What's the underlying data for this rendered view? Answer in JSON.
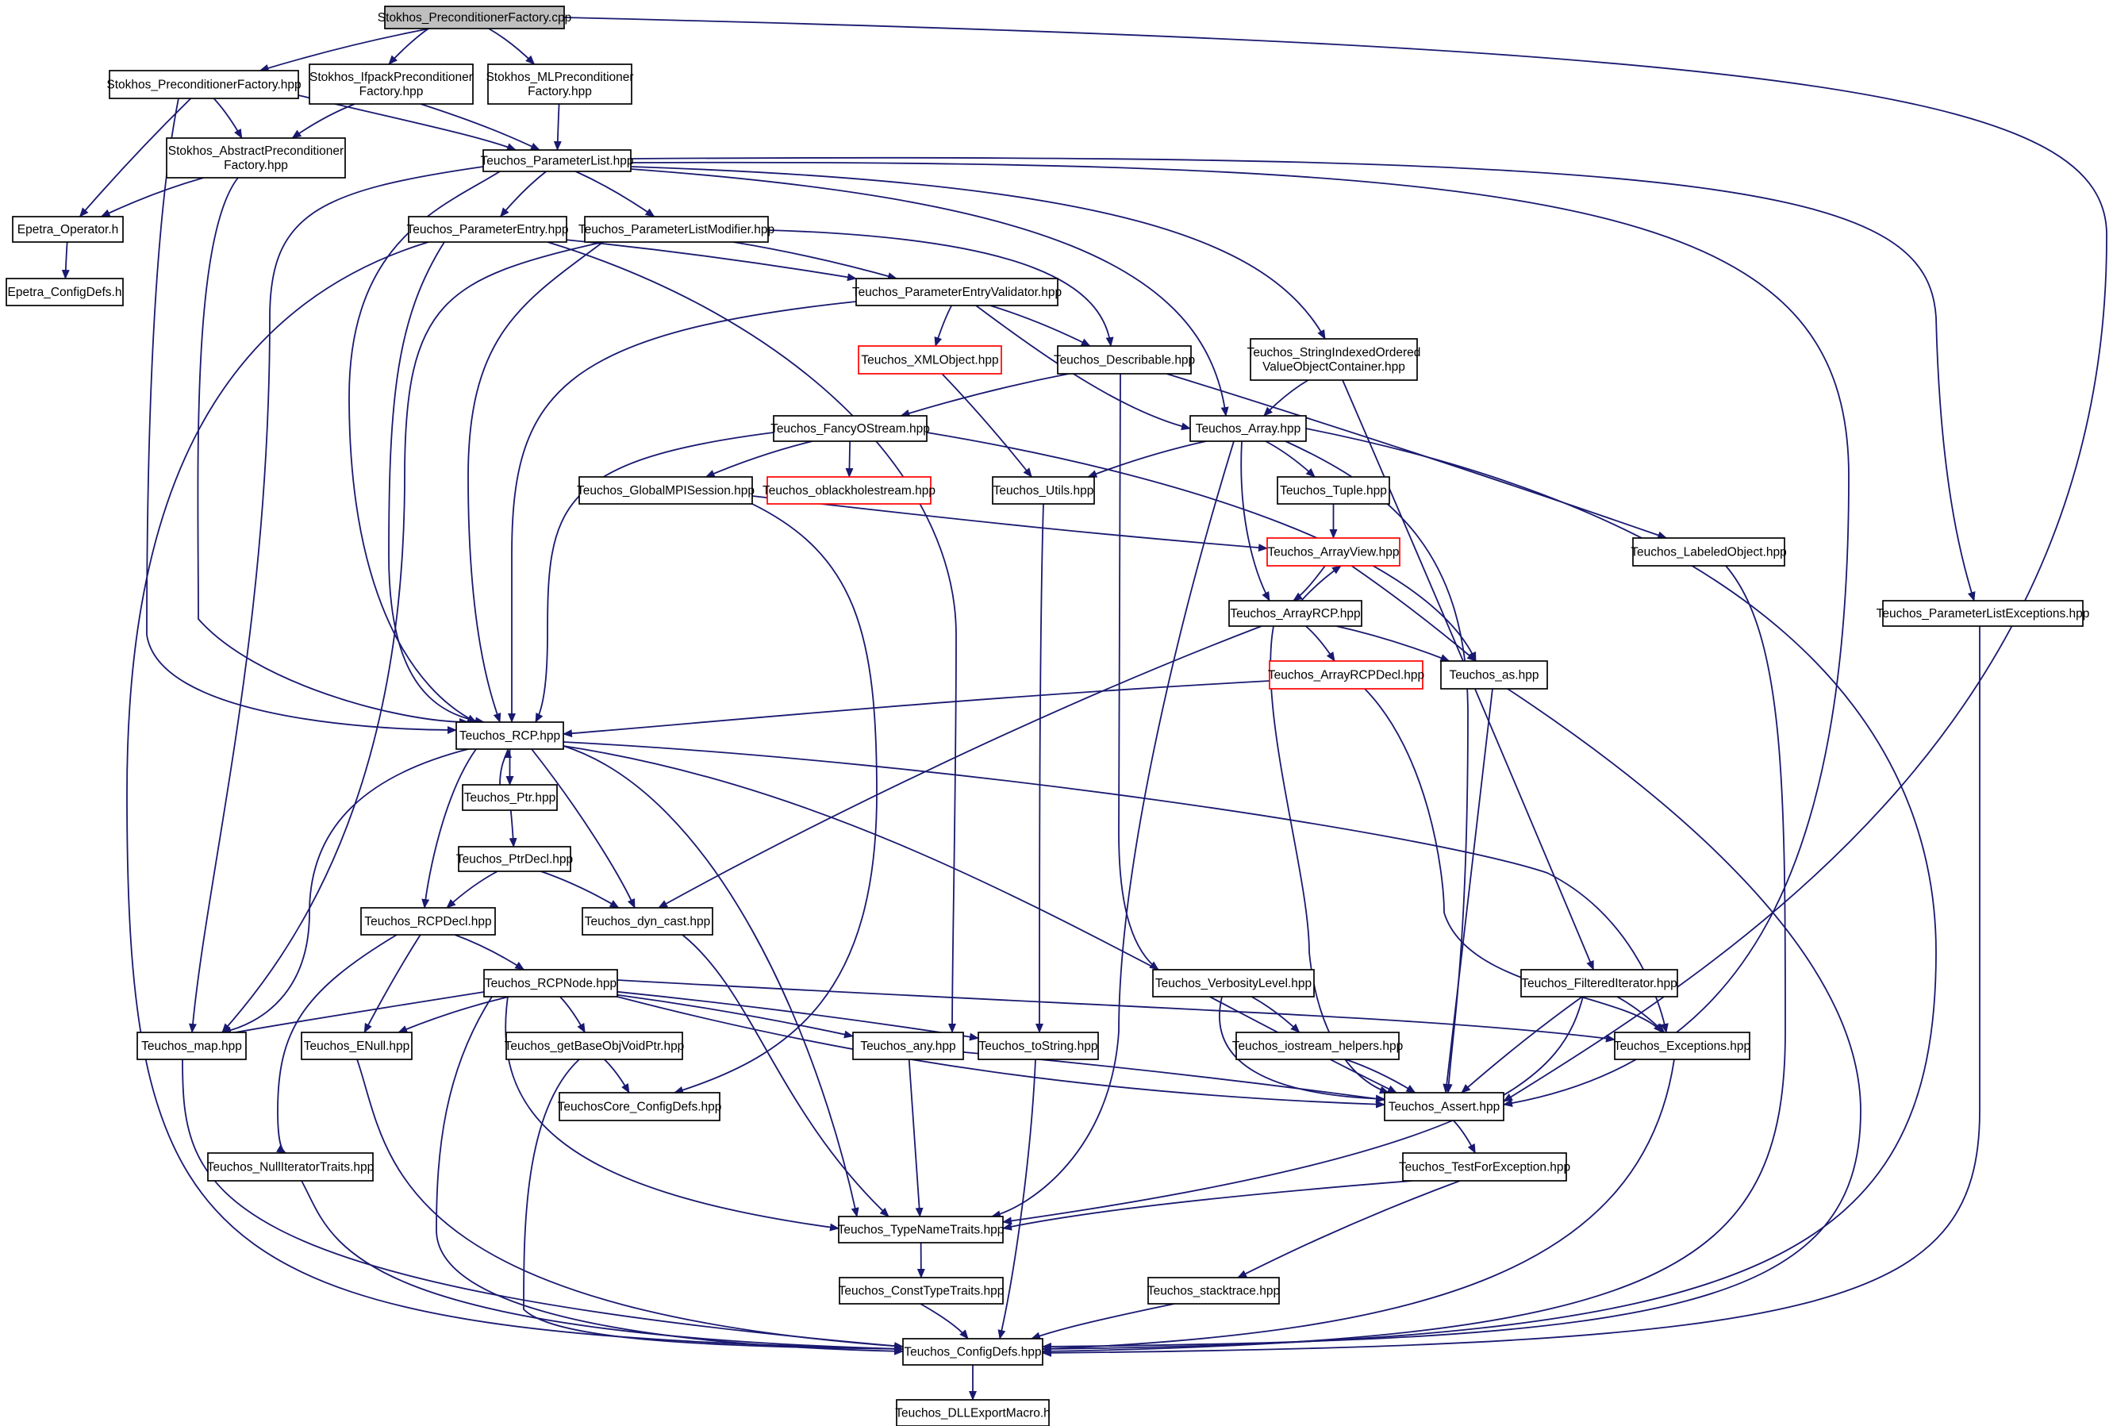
{
  "diagram": {
    "colors": {
      "edge": "#191970",
      "node_border": "#000000",
      "node_border_incomplete": "#ff0000",
      "root_fill": "#bfbfbf",
      "node_fill": "#ffffff"
    },
    "nodes": [
      {
        "id": "cpp",
        "lines": [
          "Stokhos_PreconditionerFactory.cpp"
        ],
        "root": true
      },
      {
        "id": "spf",
        "lines": [
          "Stokhos_PreconditionerFactory.hpp"
        ]
      },
      {
        "id": "sif",
        "lines": [
          "Stokhos_IfpackPreconditioner",
          "Factory.hpp"
        ]
      },
      {
        "id": "smf",
        "lines": [
          "Stokhos_MLPreconditioner",
          "Factory.hpp"
        ]
      },
      {
        "id": "sapf",
        "lines": [
          "Stokhos_AbstractPreconditioner",
          "Factory.hpp"
        ]
      },
      {
        "id": "tpl",
        "lines": [
          "Teuchos_ParameterList.hpp"
        ]
      },
      {
        "id": "eop",
        "lines": [
          "Epetra_Operator.h"
        ]
      },
      {
        "id": "ecd",
        "lines": [
          "Epetra_ConfigDefs.h"
        ]
      },
      {
        "id": "tpe",
        "lines": [
          "Teuchos_ParameterEntry.hpp"
        ]
      },
      {
        "id": "tplm",
        "lines": [
          "Teuchos_ParameterListModifier.hpp"
        ]
      },
      {
        "id": "tpev",
        "lines": [
          "Teuchos_ParameterEntryValidator.hpp"
        ]
      },
      {
        "id": "txml",
        "lines": [
          "Teuchos_XMLObject.hpp"
        ],
        "incomplete": true
      },
      {
        "id": "tdesc",
        "lines": [
          "Teuchos_Describable.hpp"
        ]
      },
      {
        "id": "tsio",
        "lines": [
          "Teuchos_StringIndexedOrdered",
          "ValueObjectContainer.hpp"
        ]
      },
      {
        "id": "tfos",
        "lines": [
          "Teuchos_FancyOStream.hpp"
        ]
      },
      {
        "id": "tarr",
        "lines": [
          "Teuchos_Array.hpp"
        ]
      },
      {
        "id": "tgmpi",
        "lines": [
          "Teuchos_GlobalMPISession.hpp"
        ]
      },
      {
        "id": "tobh",
        "lines": [
          "Teuchos_oblackholestream.hpp"
        ],
        "incomplete": true
      },
      {
        "id": "tutil",
        "lines": [
          "Teuchos_Utils.hpp"
        ]
      },
      {
        "id": "ttup",
        "lines": [
          "Teuchos_Tuple.hpp"
        ]
      },
      {
        "id": "tav",
        "lines": [
          "Teuchos_ArrayView.hpp"
        ],
        "incomplete": true
      },
      {
        "id": "tlo",
        "lines": [
          "Teuchos_LabeledObject.hpp"
        ]
      },
      {
        "id": "tarcp",
        "lines": [
          "Teuchos_ArrayRCP.hpp"
        ]
      },
      {
        "id": "tple",
        "lines": [
          "Teuchos_ParameterListExceptions.hpp"
        ]
      },
      {
        "id": "tarcpd",
        "lines": [
          "Teuchos_ArrayRCPDecl.hpp"
        ],
        "incomplete": true
      },
      {
        "id": "tas",
        "lines": [
          "Teuchos_as.hpp"
        ]
      },
      {
        "id": "trcp",
        "lines": [
          "Teuchos_RCP.hpp"
        ]
      },
      {
        "id": "tptr",
        "lines": [
          "Teuchos_Ptr.hpp"
        ]
      },
      {
        "id": "tptrd",
        "lines": [
          "Teuchos_PtrDecl.hpp"
        ]
      },
      {
        "id": "trcpd",
        "lines": [
          "Teuchos_RCPDecl.hpp"
        ]
      },
      {
        "id": "tdyn",
        "lines": [
          "Teuchos_dyn_cast.hpp"
        ]
      },
      {
        "id": "trcpn",
        "lines": [
          "Teuchos_RCPNode.hpp"
        ]
      },
      {
        "id": "tvl",
        "lines": [
          "Teuchos_VerbosityLevel.hpp"
        ]
      },
      {
        "id": "tfi",
        "lines": [
          "Teuchos_FilteredIterator.hpp"
        ]
      },
      {
        "id": "tmap",
        "lines": [
          "Teuchos_map.hpp"
        ]
      },
      {
        "id": "tenull",
        "lines": [
          "Teuchos_ENull.hpp"
        ]
      },
      {
        "id": "tgbo",
        "lines": [
          "Teuchos_getBaseObjVoidPtr.hpp"
        ]
      },
      {
        "id": "tany",
        "lines": [
          "Teuchos_any.hpp"
        ]
      },
      {
        "id": "tts",
        "lines": [
          "Teuchos_toString.hpp"
        ]
      },
      {
        "id": "tioh",
        "lines": [
          "Teuchos_iostream_helpers.hpp"
        ]
      },
      {
        "id": "texc",
        "lines": [
          "Teuchos_Exceptions.hpp"
        ]
      },
      {
        "id": "tccd",
        "lines": [
          "TeuchosCore_ConfigDefs.hpp"
        ]
      },
      {
        "id": "tassert",
        "lines": [
          "Teuchos_Assert.hpp"
        ]
      },
      {
        "id": "tnit",
        "lines": [
          "Teuchos_NullIteratorTraits.hpp"
        ]
      },
      {
        "id": "ttfe",
        "lines": [
          "Teuchos_TestForException.hpp"
        ]
      },
      {
        "id": "ttnt",
        "lines": [
          "Teuchos_TypeNameTraits.hpp"
        ]
      },
      {
        "id": "tctt",
        "lines": [
          "Teuchos_ConstTypeTraits.hpp"
        ]
      },
      {
        "id": "tst",
        "lines": [
          "Teuchos_stacktrace.hpp"
        ]
      },
      {
        "id": "tcd",
        "lines": [
          "Teuchos_ConfigDefs.hpp"
        ]
      },
      {
        "id": "tdll",
        "lines": [
          "Teuchos_DLLExportMacro.h"
        ]
      }
    ],
    "edges": [
      {
        "from": "cpp",
        "to": "spf"
      },
      {
        "from": "cpp",
        "to": "sif"
      },
      {
        "from": "cpp",
        "to": "smf"
      },
      {
        "from": "cpp",
        "to": "tassert"
      },
      {
        "from": "spf",
        "to": "sapf"
      },
      {
        "from": "spf",
        "to": "tpl"
      },
      {
        "from": "spf",
        "to": "eop"
      },
      {
        "from": "spf",
        "to": "trcp"
      },
      {
        "from": "sif",
        "to": "sapf"
      },
      {
        "from": "sif",
        "to": "tpl"
      },
      {
        "from": "smf",
        "to": "tpl"
      },
      {
        "from": "sapf",
        "to": "eop"
      },
      {
        "from": "sapf",
        "to": "trcp"
      },
      {
        "from": "eop",
        "to": "ecd"
      },
      {
        "from": "tpl",
        "to": "tpe"
      },
      {
        "from": "tpl",
        "to": "tplm"
      },
      {
        "from": "tpl",
        "to": "tsio"
      },
      {
        "from": "tpl",
        "to": "tarr"
      },
      {
        "from": "tpl",
        "to": "tple"
      },
      {
        "from": "tpl",
        "to": "tassert"
      },
      {
        "from": "tpl",
        "to": "trcp"
      },
      {
        "from": "tpl",
        "to": "tmap"
      },
      {
        "from": "tpe",
        "to": "tpev"
      },
      {
        "from": "tpe",
        "to": "tany"
      },
      {
        "from": "tpe",
        "to": "trcp"
      },
      {
        "from": "tpe",
        "to": "tcd"
      },
      {
        "from": "tplm",
        "to": "tpev"
      },
      {
        "from": "tplm",
        "to": "tdesc"
      },
      {
        "from": "tplm",
        "to": "trcp"
      },
      {
        "from": "tplm",
        "to": "tmap"
      },
      {
        "from": "tpev",
        "to": "txml"
      },
      {
        "from": "tpev",
        "to": "tdesc"
      },
      {
        "from": "tpev",
        "to": "tarr"
      },
      {
        "from": "tpev",
        "to": "trcp"
      },
      {
        "from": "txml",
        "to": "tutil"
      },
      {
        "from": "tdesc",
        "to": "tfos"
      },
      {
        "from": "tdesc",
        "to": "tlo"
      },
      {
        "from": "tdesc",
        "to": "tvl"
      },
      {
        "from": "tsio",
        "to": "tarr"
      },
      {
        "from": "tsio",
        "to": "tfi"
      },
      {
        "from": "tfos",
        "to": "tgmpi"
      },
      {
        "from": "tfos",
        "to": "tobh"
      },
      {
        "from": "tfos",
        "to": "tas"
      },
      {
        "from": "tfos",
        "to": "trcp"
      },
      {
        "from": "tarr",
        "to": "tutil"
      },
      {
        "from": "tarr",
        "to": "ttup"
      },
      {
        "from": "tarr",
        "to": "tarcp"
      },
      {
        "from": "tarr",
        "to": "tassert"
      },
      {
        "from": "tarr",
        "to": "ttnt"
      },
      {
        "from": "tarr",
        "to": "tcd"
      },
      {
        "from": "tgmpi",
        "to": "tav"
      },
      {
        "from": "tgmpi",
        "to": "tccd"
      },
      {
        "from": "tutil",
        "to": "tts"
      },
      {
        "from": "ttup",
        "to": "tav"
      },
      {
        "from": "tav",
        "to": "tarcp"
      },
      {
        "from": "tav",
        "to": "tas"
      },
      {
        "from": "tarcp",
        "to": "tav"
      },
      {
        "from": "tarcp",
        "to": "tarcpd"
      },
      {
        "from": "tarcp",
        "to": "tas"
      },
      {
        "from": "tarcp",
        "to": "tdyn"
      },
      {
        "from": "tarcp",
        "to": "tassert"
      },
      {
        "from": "tarcpd",
        "to": "trcp"
      },
      {
        "from": "tarcpd",
        "to": "texc"
      },
      {
        "from": "tas",
        "to": "tassert"
      },
      {
        "from": "tas",
        "to": "tcd"
      },
      {
        "from": "tlo",
        "to": "tcd"
      },
      {
        "from": "tple",
        "to": "tcd"
      },
      {
        "from": "trcp",
        "to": "tptr"
      },
      {
        "from": "trcp",
        "to": "trcpd"
      },
      {
        "from": "trcp",
        "to": "tdyn"
      },
      {
        "from": "trcp",
        "to": "tmap"
      },
      {
        "from": "trcp",
        "to": "ttnt"
      },
      {
        "from": "trcp",
        "to": "tassert"
      },
      {
        "from": "trcp",
        "to": "texc"
      },
      {
        "from": "tptr",
        "to": "trcp"
      },
      {
        "from": "tptr",
        "to": "tptrd"
      },
      {
        "from": "tptrd",
        "to": "trcpd"
      },
      {
        "from": "tptrd",
        "to": "tdyn"
      },
      {
        "from": "trcpd",
        "to": "trcpn"
      },
      {
        "from": "trcpd",
        "to": "tenull"
      },
      {
        "from": "trcpd",
        "to": "tnit"
      },
      {
        "from": "tdyn",
        "to": "ttnt"
      },
      {
        "from": "trcpn",
        "to": "tmap"
      },
      {
        "from": "trcpn",
        "to": "tenull"
      },
      {
        "from": "trcpn",
        "to": "tgbo"
      },
      {
        "from": "trcpn",
        "to": "tany"
      },
      {
        "from": "trcpn",
        "to": "tts"
      },
      {
        "from": "trcpn",
        "to": "texc"
      },
      {
        "from": "trcpn",
        "to": "tassert"
      },
      {
        "from": "trcpn",
        "to": "ttnt"
      },
      {
        "from": "trcpn",
        "to": "tcd"
      },
      {
        "from": "tvl",
        "to": "tioh"
      },
      {
        "from": "tvl",
        "to": "tassert"
      },
      {
        "from": "tfi",
        "to": "texc"
      },
      {
        "from": "tfi",
        "to": "tassert"
      },
      {
        "from": "tfi",
        "to": "ttnt"
      },
      {
        "from": "tmap",
        "to": "tcd"
      },
      {
        "from": "tenull",
        "to": "tcd"
      },
      {
        "from": "tgbo",
        "to": "tccd"
      },
      {
        "from": "tgbo",
        "to": "tcd"
      },
      {
        "from": "tany",
        "to": "tassert"
      },
      {
        "from": "tany",
        "to": "ttnt"
      },
      {
        "from": "tts",
        "to": "tcd"
      },
      {
        "from": "tioh",
        "to": "tassert"
      },
      {
        "from": "texc",
        "to": "tcd"
      },
      {
        "from": "tassert",
        "to": "ttfe"
      },
      {
        "from": "tnit",
        "to": "tcd"
      },
      {
        "from": "ttfe",
        "to": "ttnt"
      },
      {
        "from": "ttfe",
        "to": "tst"
      },
      {
        "from": "ttnt",
        "to": "tctt"
      },
      {
        "from": "tctt",
        "to": "tcd"
      },
      {
        "from": "tst",
        "to": "tcd"
      },
      {
        "from": "tcd",
        "to": "tdll"
      }
    ]
  }
}
